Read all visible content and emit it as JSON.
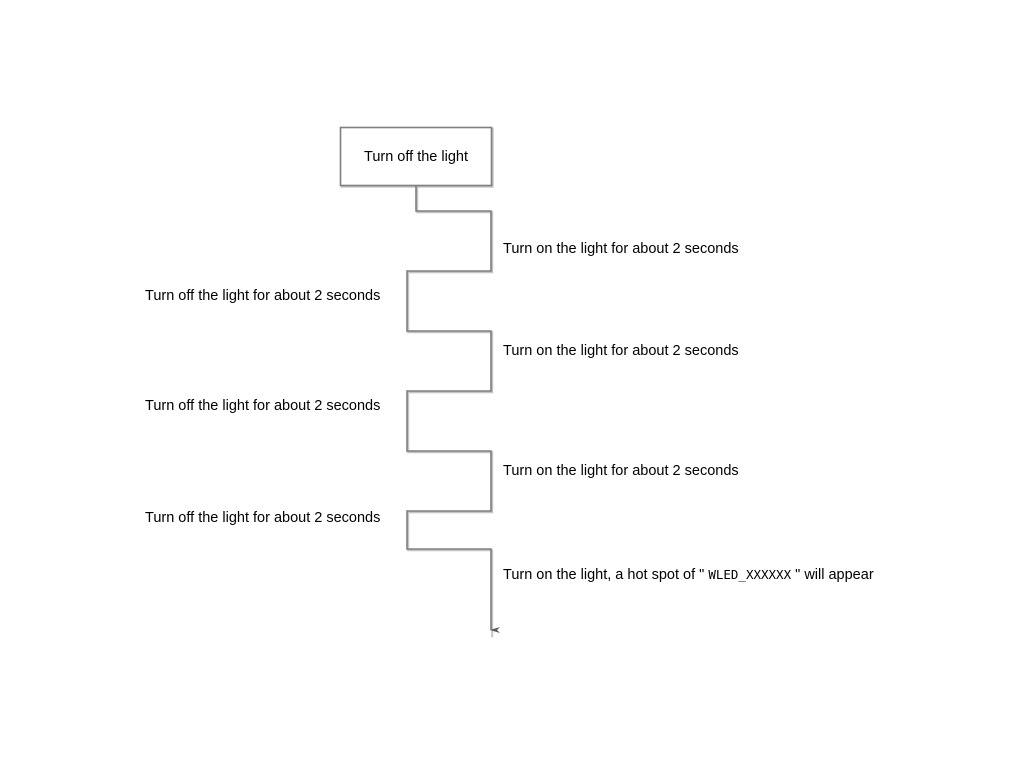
{
  "diagram": {
    "type": "flow-sequence",
    "title_box": {
      "label": "Turn off the light"
    },
    "steps_right": [
      {
        "label": "Turn on the light for about 2 seconds"
      },
      {
        "label": "Turn on the light for about 2 seconds"
      },
      {
        "label": "Turn on the light for about 2 seconds"
      }
    ],
    "steps_left": [
      {
        "label": "Turn off the light for about 2 seconds"
      },
      {
        "label": "Turn off the light for about 2 seconds"
      },
      {
        "label": "Turn off the light for about 2 seconds"
      }
    ],
    "final_step": {
      "prefix": "Turn on the light, a hot spot of ”",
      "prefix_text": "Turn on the light, a hot spot of \" ",
      "hotspot_name": "WLED_XXXXXX",
      "suffix_text": " \" will appear"
    },
    "colors": {
      "line": "#7f7f7f",
      "line_shadow": "#bfbfbf",
      "text": "#000000",
      "background": "#ffffff",
      "box_border": "#7f7f7f"
    }
  }
}
